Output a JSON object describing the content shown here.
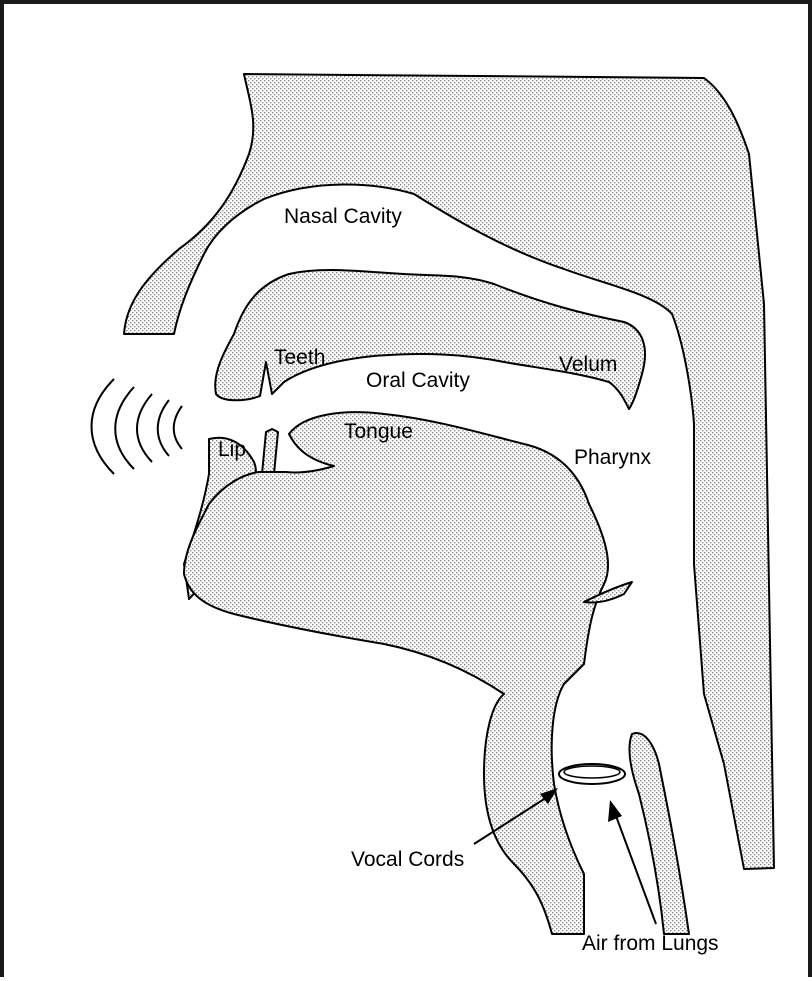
{
  "labels": {
    "nasal_cavity": "Nasal Cavity",
    "teeth": "Teeth",
    "oral_cavity": "Oral Cavity",
    "velum": "Velum",
    "tongue": "Tongue",
    "lip": "Lip",
    "pharynx": "Pharynx",
    "vocal_cords": "Vocal Cords",
    "air_from_lungs": "Air from Lungs"
  },
  "colors": {
    "ink": "#000000",
    "stipple": "#9a9a9a",
    "border": "#1a1a1a"
  }
}
